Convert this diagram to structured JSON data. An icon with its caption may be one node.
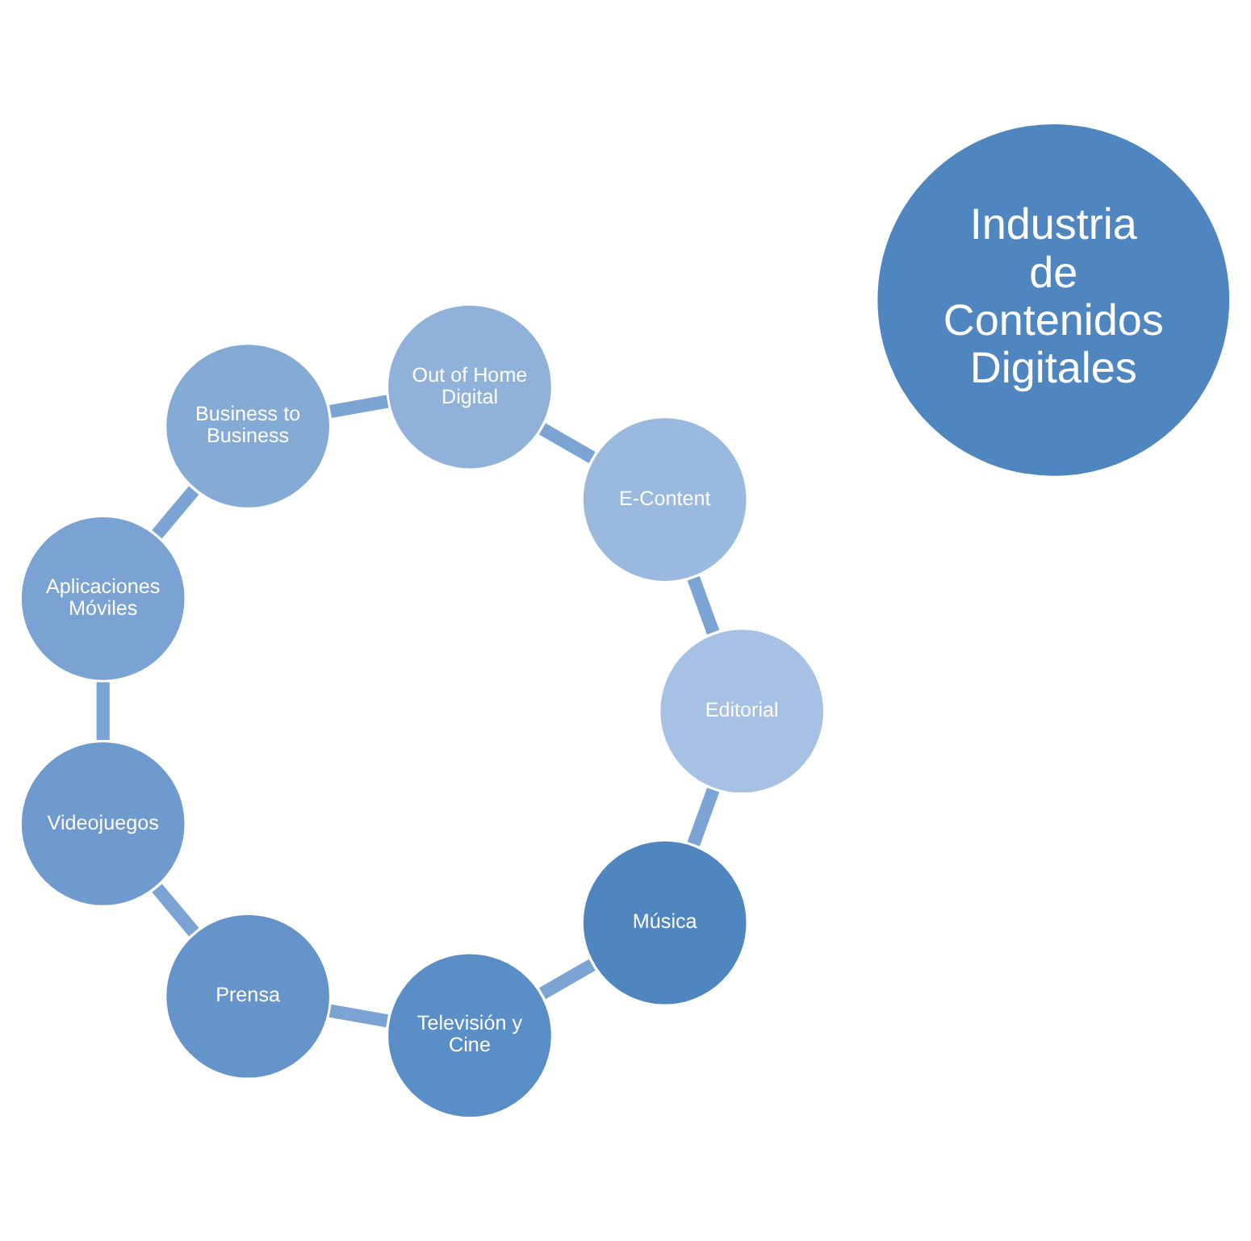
{
  "diagram": {
    "nodes": [
      {
        "text": [
          "Industria de Contenidos Digitales"
        ]
      },
      {
        "text": [
          "Música"
        ]
      },
      {
        "text": [
          "Televisión y Cine"
        ]
      },
      {
        "text": [
          "Prensa"
        ]
      },
      {
        "text": [
          "Videojuegos"
        ]
      },
      {
        "text": [
          "Aplicaciones Móviles"
        ]
      },
      {
        "text": [
          "Business to Business"
        ]
      },
      {
        "text": [
          "Out of Home Digital"
        ]
      },
      {
        "text": [
          "E-Content"
        ]
      },
      {
        "text": [
          "Editorial"
        ]
      }
    ],
    "edges": [
      {
        "from": 1,
        "to": 2,
        "arrow": "none"
      },
      {
        "from": 2,
        "to": 3,
        "arrow": "none"
      },
      {
        "from": 3,
        "to": 4,
        "arrow": "none"
      },
      {
        "from": 4,
        "to": 5,
        "arrow": "none"
      },
      {
        "from": 5,
        "to": 6,
        "arrow": "none"
      },
      {
        "from": 6,
        "to": 7,
        "arrow": "none"
      },
      {
        "from": 7,
        "to": 8,
        "arrow": "none"
      },
      {
        "from": 8,
        "to": 9,
        "arrow": "none"
      },
      {
        "from": 9,
        "to": 1,
        "arrow": "none"
      }
    ]
  }
}
